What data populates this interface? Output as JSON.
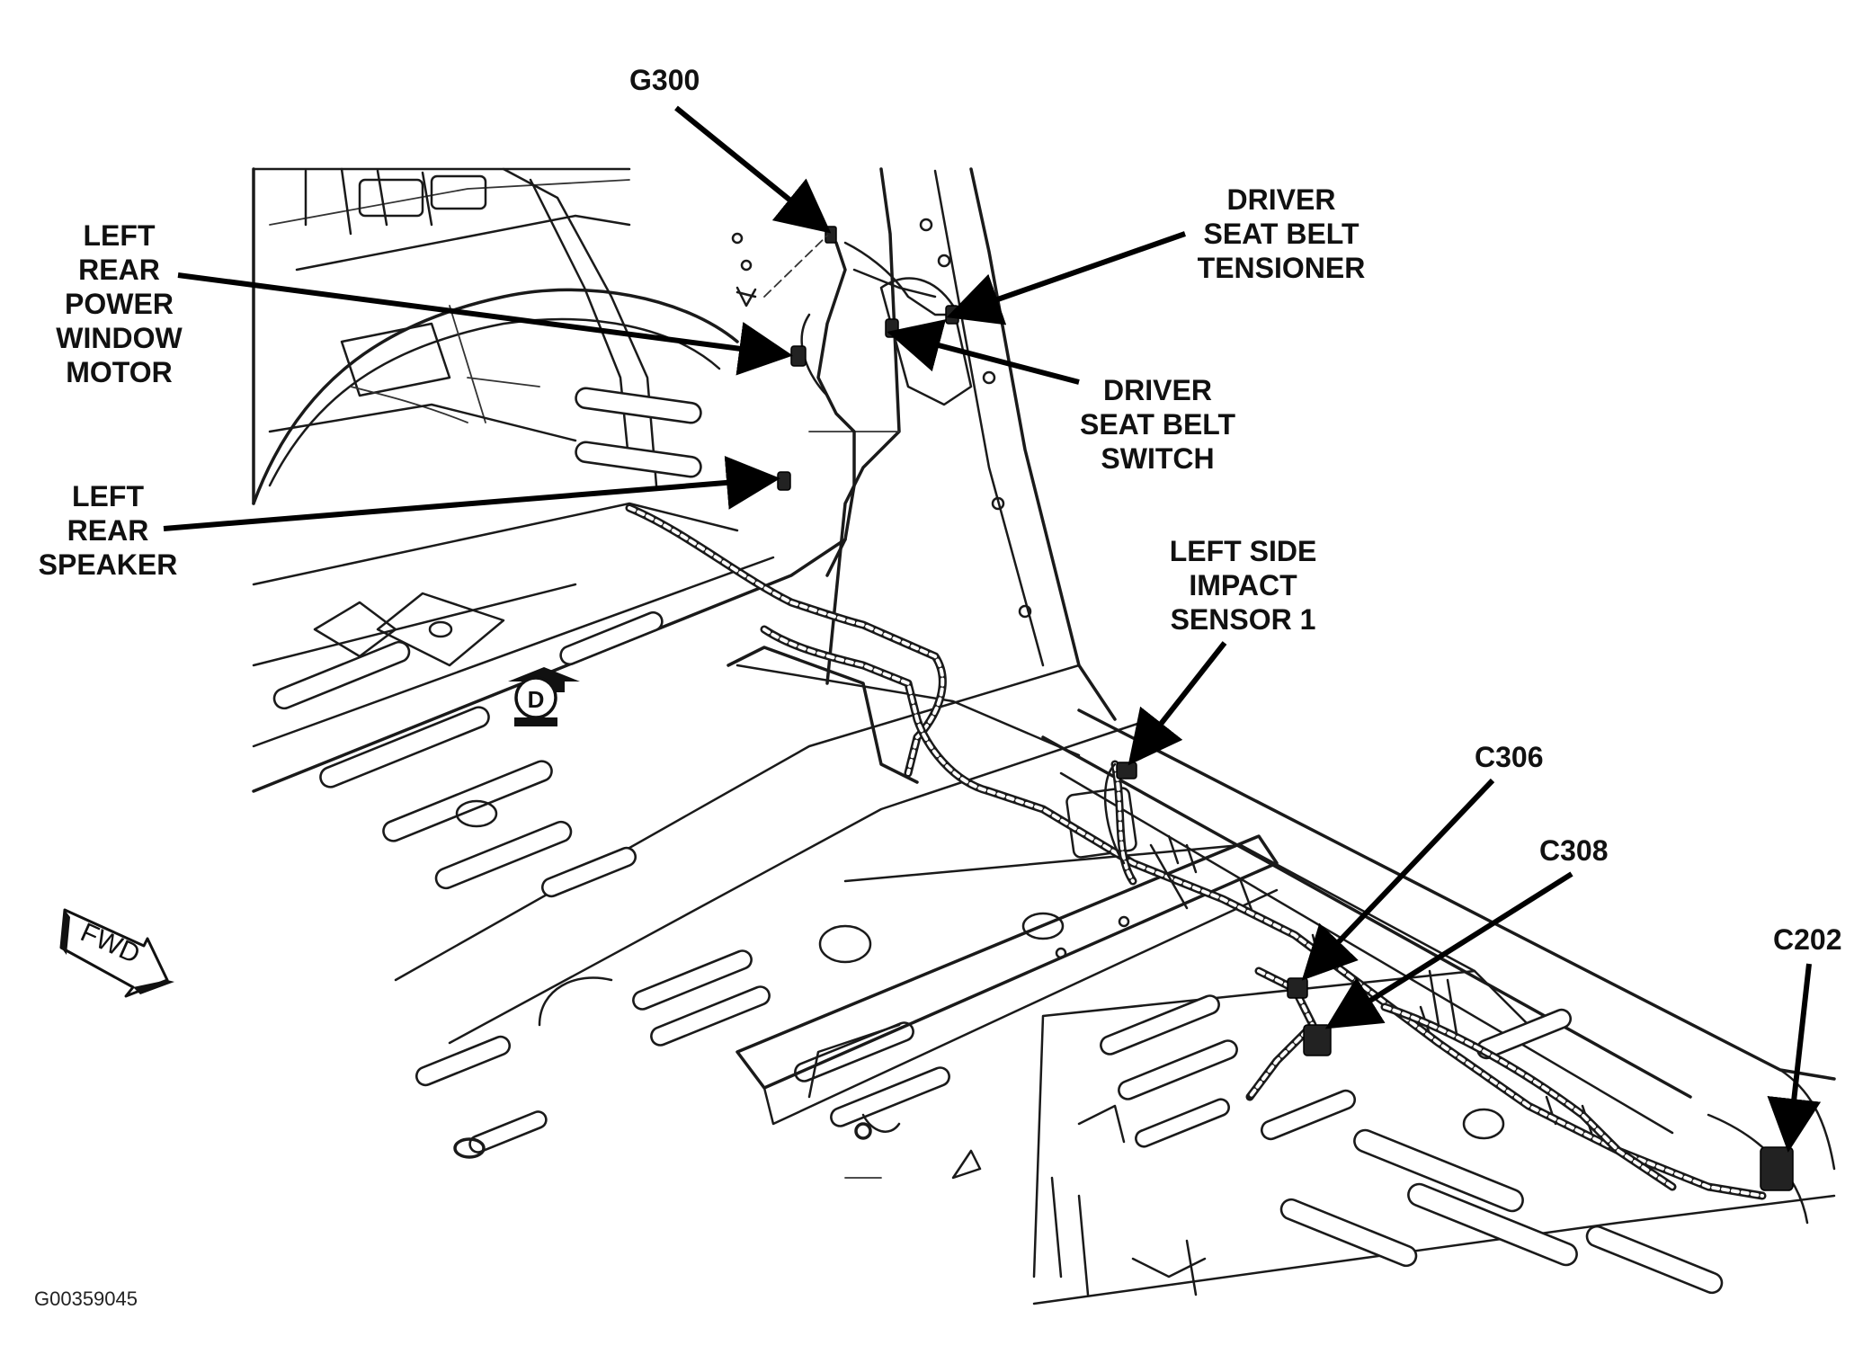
{
  "figure_id": "G00359045",
  "labels": {
    "g300": "G300",
    "left_rear_power_window_motor": [
      "LEFT",
      "REAR",
      "POWER",
      "WINDOW",
      "MOTOR"
    ],
    "driver_seat_belt_tensioner": [
      "DRIVER",
      "SEAT BELT",
      "TENSIONER"
    ],
    "driver_seat_belt_switch": [
      "DRIVER",
      "SEAT BELT",
      "SWITCH"
    ],
    "left_rear_speaker": [
      "LEFT",
      "REAR",
      "SPEAKER"
    ],
    "left_side_impact_sensor_1": [
      "LEFT SIDE",
      "IMPACT",
      "SENSOR 1"
    ],
    "c306": "C306",
    "c308": "C308",
    "c202": "C202"
  },
  "symbols": {
    "fwd": "FWD",
    "view_marker": "D"
  },
  "icons": {
    "fwd_arrow": "fwd-arrow-icon",
    "view_marker": "view-d-marker-icon"
  }
}
